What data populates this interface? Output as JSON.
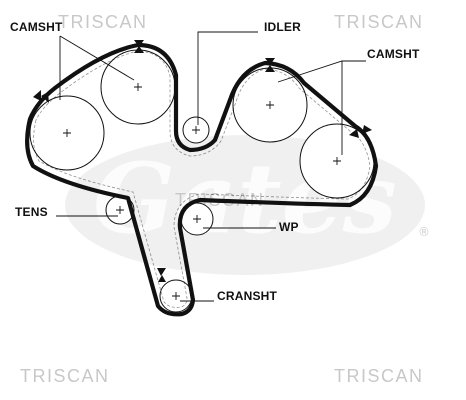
{
  "labels": {
    "camshaft_left": "CAMSHT",
    "idler": "IDLER",
    "camshaft_right": "CAMSHT",
    "tensioner": "TENS",
    "water_pump": "WP",
    "crankshaft": "CRANSHT"
  },
  "watermark": {
    "brand": "TRISCAN",
    "logo_brand": "Gates",
    "logo_symbol": "®"
  },
  "colors": {
    "belt": "#111111",
    "label": "#111111",
    "watermark_text": "#c8c8c8",
    "logo": "#e3e3e3"
  }
}
